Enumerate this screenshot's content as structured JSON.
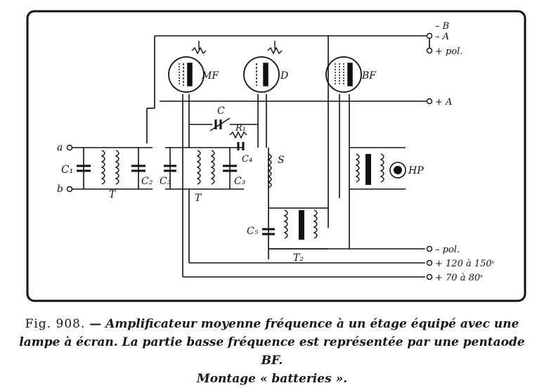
{
  "figure": {
    "number": "Fig. 908.",
    "caption_line1": " — Amplificateur moyenne fréquence à un étage équipé avec une",
    "caption_line2": "lampe à écran. La partie basse fréquence est représentée par une pentaode BF.",
    "caption_line3": "Montage « batteries »."
  },
  "tubes": {
    "mf": "MF",
    "d": "D",
    "bf": "BF"
  },
  "terminals": {
    "minus_b": "– B",
    "minus_a": "– A",
    "plus_pol": "+ pol.",
    "plus_a": "+ A",
    "minus_pol": "– pol.",
    "plus_120": "+ 120 à 150ᵛ",
    "plus_70": "+ 70 à 80ᵛ",
    "a": "a",
    "b": "b"
  },
  "components": {
    "c1": "C₁",
    "c2": "C₂",
    "c3_left": "C₃",
    "c3_right": "C₃",
    "c4": "C₄",
    "c5": "C₅",
    "c": "C",
    "r1": "R₁",
    "t1": "T",
    "t2": "T",
    "t3": "T₂",
    "s": "S",
    "hp": "HP"
  }
}
